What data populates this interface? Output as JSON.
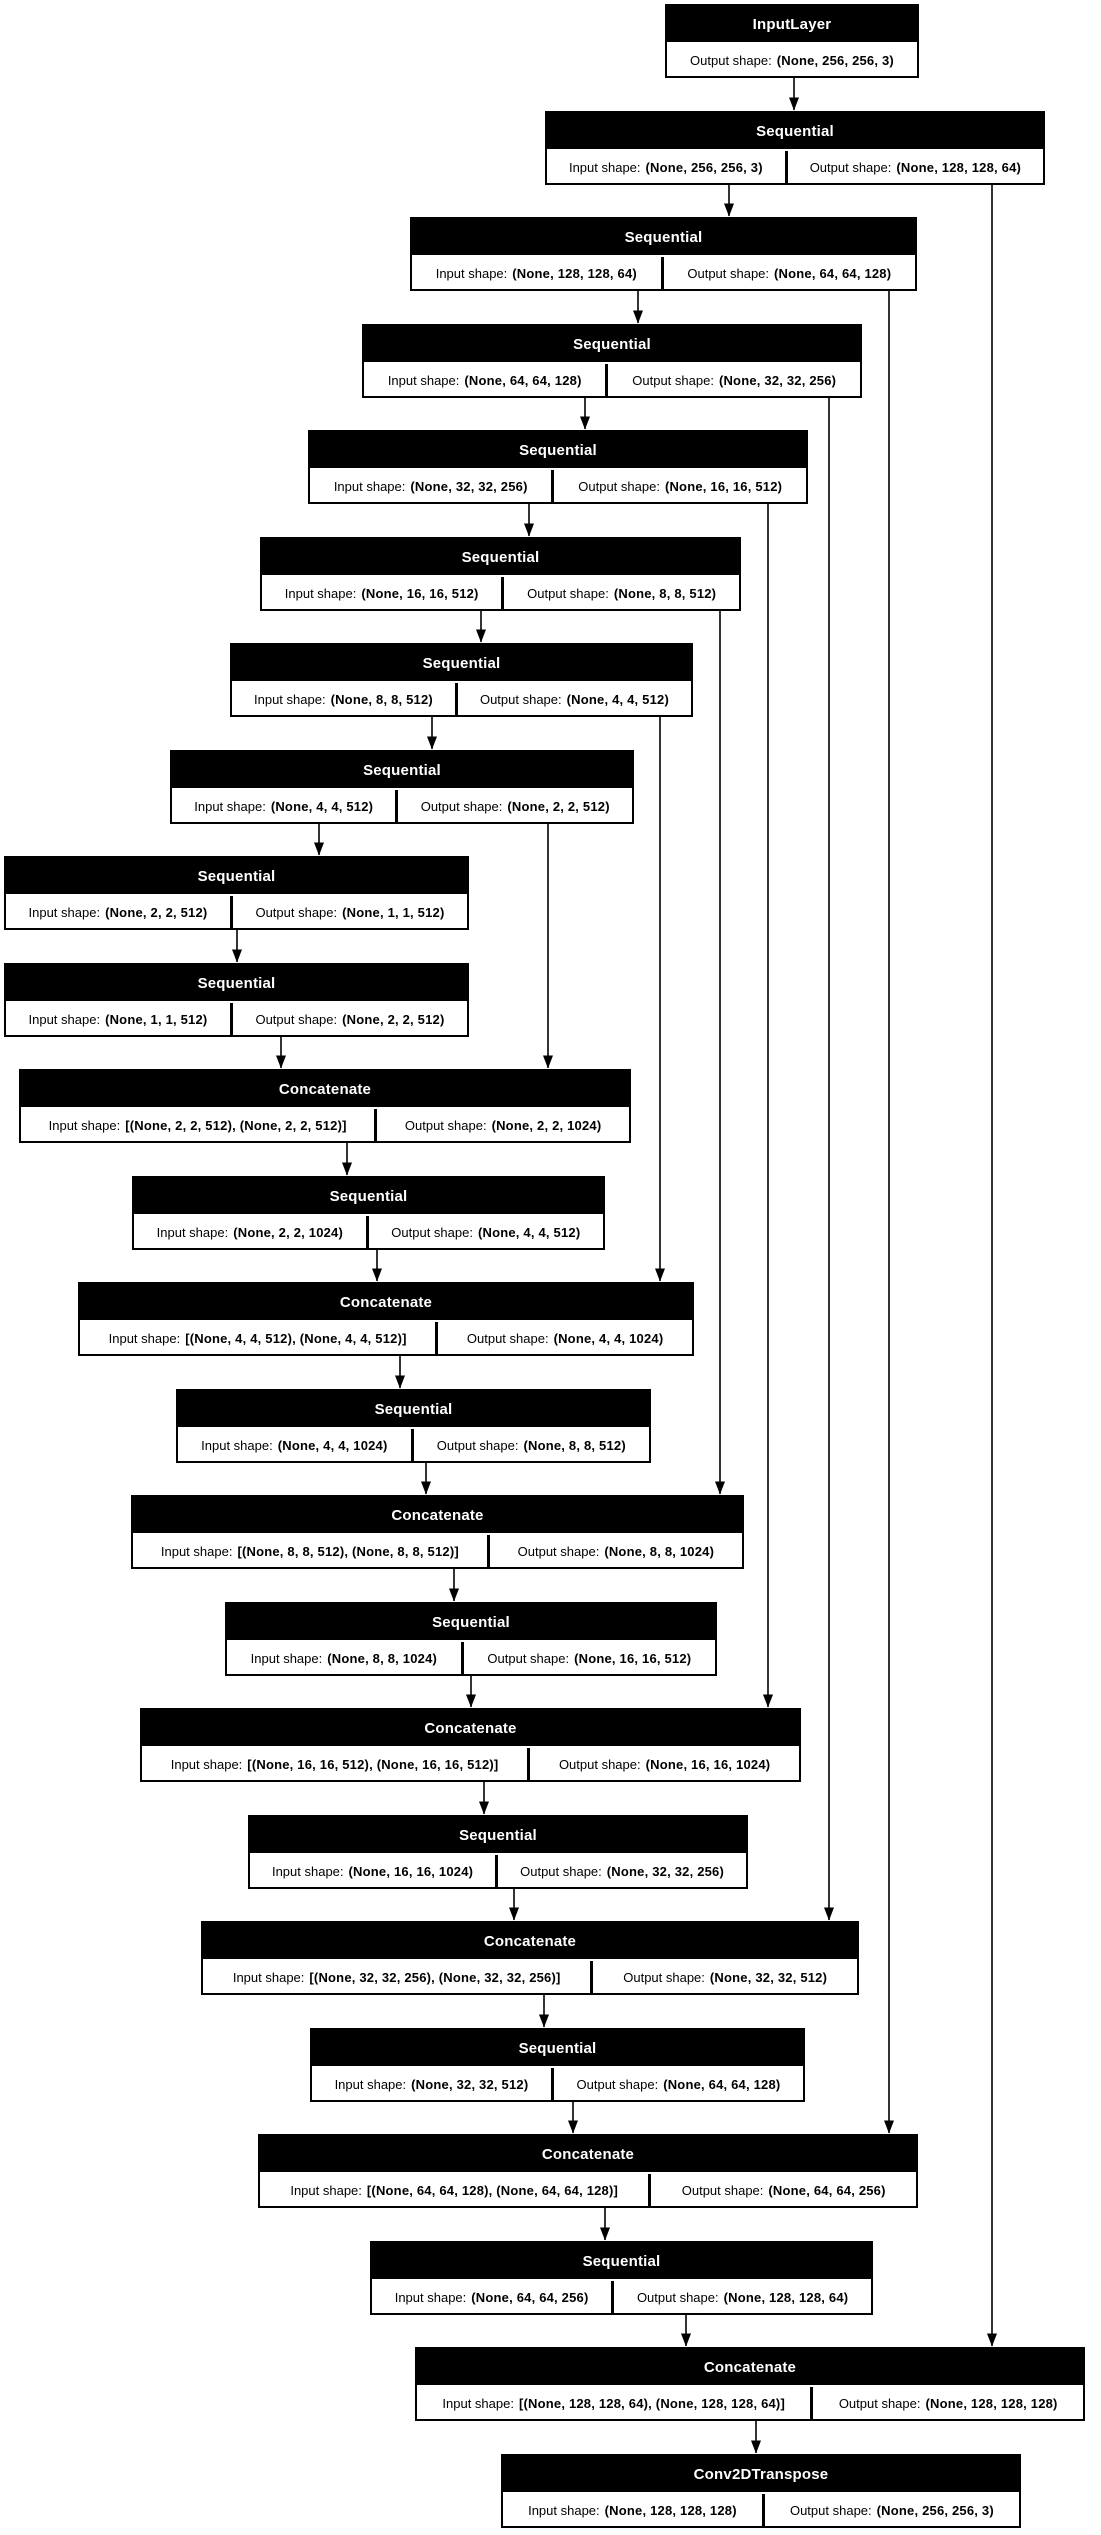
{
  "diagram": {
    "kind": "keras-model-architecture-graph",
    "colors": {
      "node_fill": "#000000",
      "node_text": "#ffffff",
      "cell_fill": "#ffffff",
      "cell_text": "#000000",
      "edge": "#000000",
      "background": "#ffffff"
    },
    "nodes": [
      {
        "title": "InputLayer",
        "cells": [
          {
            "label": "Output shape:",
            "value": "(None, 256, 256, 3)"
          }
        ]
      },
      {
        "title": "Sequential",
        "cells": [
          {
            "label": "Input shape:",
            "value": "(None, 256, 256, 3)"
          },
          {
            "label": "Output shape:",
            "value": "(None, 128, 128, 64)"
          }
        ]
      },
      {
        "title": "Sequential",
        "cells": [
          {
            "label": "Input shape:",
            "value": "(None, 128, 128, 64)"
          },
          {
            "label": "Output shape:",
            "value": "(None, 64, 64, 128)"
          }
        ]
      },
      {
        "title": "Sequential",
        "cells": [
          {
            "label": "Input shape:",
            "value": "(None, 64, 64, 128)"
          },
          {
            "label": "Output shape:",
            "value": "(None, 32, 32, 256)"
          }
        ]
      },
      {
        "title": "Sequential",
        "cells": [
          {
            "label": "Input shape:",
            "value": "(None, 32, 32, 256)"
          },
          {
            "label": "Output shape:",
            "value": "(None, 16, 16, 512)"
          }
        ]
      },
      {
        "title": "Sequential",
        "cells": [
          {
            "label": "Input shape:",
            "value": "(None, 16, 16, 512)"
          },
          {
            "label": "Output shape:",
            "value": "(None, 8, 8, 512)"
          }
        ]
      },
      {
        "title": "Sequential",
        "cells": [
          {
            "label": "Input shape:",
            "value": "(None, 8, 8, 512)"
          },
          {
            "label": "Output shape:",
            "value": "(None, 4, 4, 512)"
          }
        ]
      },
      {
        "title": "Sequential",
        "cells": [
          {
            "label": "Input shape:",
            "value": "(None, 4, 4, 512)"
          },
          {
            "label": "Output shape:",
            "value": "(None, 2, 2, 512)"
          }
        ]
      },
      {
        "title": "Sequential",
        "cells": [
          {
            "label": "Input shape:",
            "value": "(None, 2, 2, 512)"
          },
          {
            "label": "Output shape:",
            "value": "(None, 1, 1, 512)"
          }
        ]
      },
      {
        "title": "Sequential",
        "cells": [
          {
            "label": "Input shape:",
            "value": "(None, 1, 1, 512)"
          },
          {
            "label": "Output shape:",
            "value": "(None, 2, 2, 512)"
          }
        ]
      },
      {
        "title": "Concatenate",
        "cells": [
          {
            "label": "Input shape:",
            "value": "[(None, 2, 2, 512), (None, 2, 2, 512)]"
          },
          {
            "label": "Output shape:",
            "value": "(None, 2, 2, 1024)"
          }
        ]
      },
      {
        "title": "Sequential",
        "cells": [
          {
            "label": "Input shape:",
            "value": "(None, 2, 2, 1024)"
          },
          {
            "label": "Output shape:",
            "value": "(None, 4, 4, 512)"
          }
        ]
      },
      {
        "title": "Concatenate",
        "cells": [
          {
            "label": "Input shape:",
            "value": "[(None, 4, 4, 512), (None, 4, 4, 512)]"
          },
          {
            "label": "Output shape:",
            "value": "(None, 4, 4, 1024)"
          }
        ]
      },
      {
        "title": "Sequential",
        "cells": [
          {
            "label": "Input shape:",
            "value": "(None, 4, 4, 1024)"
          },
          {
            "label": "Output shape:",
            "value": "(None, 8, 8, 512)"
          }
        ]
      },
      {
        "title": "Concatenate",
        "cells": [
          {
            "label": "Input shape:",
            "value": "[(None, 8, 8, 512), (None, 8, 8, 512)]"
          },
          {
            "label": "Output shape:",
            "value": "(None, 8, 8, 1024)"
          }
        ]
      },
      {
        "title": "Sequential",
        "cells": [
          {
            "label": "Input shape:",
            "value": "(None, 8, 8, 1024)"
          },
          {
            "label": "Output shape:",
            "value": "(None, 16, 16, 512)"
          }
        ]
      },
      {
        "title": "Concatenate",
        "cells": [
          {
            "label": "Input shape:",
            "value": "[(None, 16, 16, 512), (None, 16, 16, 512)]"
          },
          {
            "label": "Output shape:",
            "value": "(None, 16, 16, 1024)"
          }
        ]
      },
      {
        "title": "Sequential",
        "cells": [
          {
            "label": "Input shape:",
            "value": "(None, 16, 16, 1024)"
          },
          {
            "label": "Output shape:",
            "value": "(None, 32, 32, 256)"
          }
        ]
      },
      {
        "title": "Concatenate",
        "cells": [
          {
            "label": "Input shape:",
            "value": "[(None, 32, 32, 256), (None, 32, 32, 256)]"
          },
          {
            "label": "Output shape:",
            "value": "(None, 32, 32, 512)"
          }
        ]
      },
      {
        "title": "Sequential",
        "cells": [
          {
            "label": "Input shape:",
            "value": "(None, 32, 32, 512)"
          },
          {
            "label": "Output shape:",
            "value": "(None, 64, 64, 128)"
          }
        ]
      },
      {
        "title": "Concatenate",
        "cells": [
          {
            "label": "Input shape:",
            "value": "[(None, 64, 64, 128), (None, 64, 64, 128)]"
          },
          {
            "label": "Output shape:",
            "value": "(None, 64, 64, 256)"
          }
        ]
      },
      {
        "title": "Sequential",
        "cells": [
          {
            "label": "Input shape:",
            "value": "(None, 64, 64, 256)"
          },
          {
            "label": "Output shape:",
            "value": "(None, 128, 128, 64)"
          }
        ]
      },
      {
        "title": "Concatenate",
        "cells": [
          {
            "label": "Input shape:",
            "value": "[(None, 128, 128, 64), (None, 128, 128, 64)]"
          },
          {
            "label": "Output shape:",
            "value": "(None, 128, 128, 128)"
          }
        ]
      },
      {
        "title": "Conv2DTranspose",
        "cells": [
          {
            "label": "Input shape:",
            "value": "(None, 128, 128, 128)"
          },
          {
            "label": "Output shape:",
            "value": "(None, 256, 256, 3)"
          }
        ]
      }
    ],
    "edges": [
      {
        "from": 0,
        "to": 1,
        "kind": "main"
      },
      {
        "from": 1,
        "to": 2,
        "kind": "main"
      },
      {
        "from": 2,
        "to": 3,
        "kind": "main"
      },
      {
        "from": 3,
        "to": 4,
        "kind": "main"
      },
      {
        "from": 4,
        "to": 5,
        "kind": "main"
      },
      {
        "from": 5,
        "to": 6,
        "kind": "main"
      },
      {
        "from": 6,
        "to": 7,
        "kind": "main"
      },
      {
        "from": 7,
        "to": 8,
        "kind": "main"
      },
      {
        "from": 8,
        "to": 9,
        "kind": "main"
      },
      {
        "from": 9,
        "to": 10,
        "kind": "main"
      },
      {
        "from": 10,
        "to": 11,
        "kind": "main"
      },
      {
        "from": 11,
        "to": 12,
        "kind": "main"
      },
      {
        "from": 12,
        "to": 13,
        "kind": "main"
      },
      {
        "from": 13,
        "to": 14,
        "kind": "main"
      },
      {
        "from": 14,
        "to": 15,
        "kind": "main"
      },
      {
        "from": 15,
        "to": 16,
        "kind": "main"
      },
      {
        "from": 16,
        "to": 17,
        "kind": "main"
      },
      {
        "from": 17,
        "to": 18,
        "kind": "main"
      },
      {
        "from": 18,
        "to": 19,
        "kind": "main"
      },
      {
        "from": 19,
        "to": 20,
        "kind": "main"
      },
      {
        "from": 20,
        "to": 21,
        "kind": "main"
      },
      {
        "from": 21,
        "to": 22,
        "kind": "main"
      },
      {
        "from": 22,
        "to": 23,
        "kind": "main"
      },
      {
        "from": 7,
        "to": 10,
        "kind": "skip"
      },
      {
        "from": 6,
        "to": 12,
        "kind": "skip"
      },
      {
        "from": 5,
        "to": 14,
        "kind": "skip"
      },
      {
        "from": 4,
        "to": 16,
        "kind": "skip"
      },
      {
        "from": 3,
        "to": 18,
        "kind": "skip"
      },
      {
        "from": 2,
        "to": 20,
        "kind": "skip"
      },
      {
        "from": 1,
        "to": 22,
        "kind": "skip"
      }
    ]
  }
}
